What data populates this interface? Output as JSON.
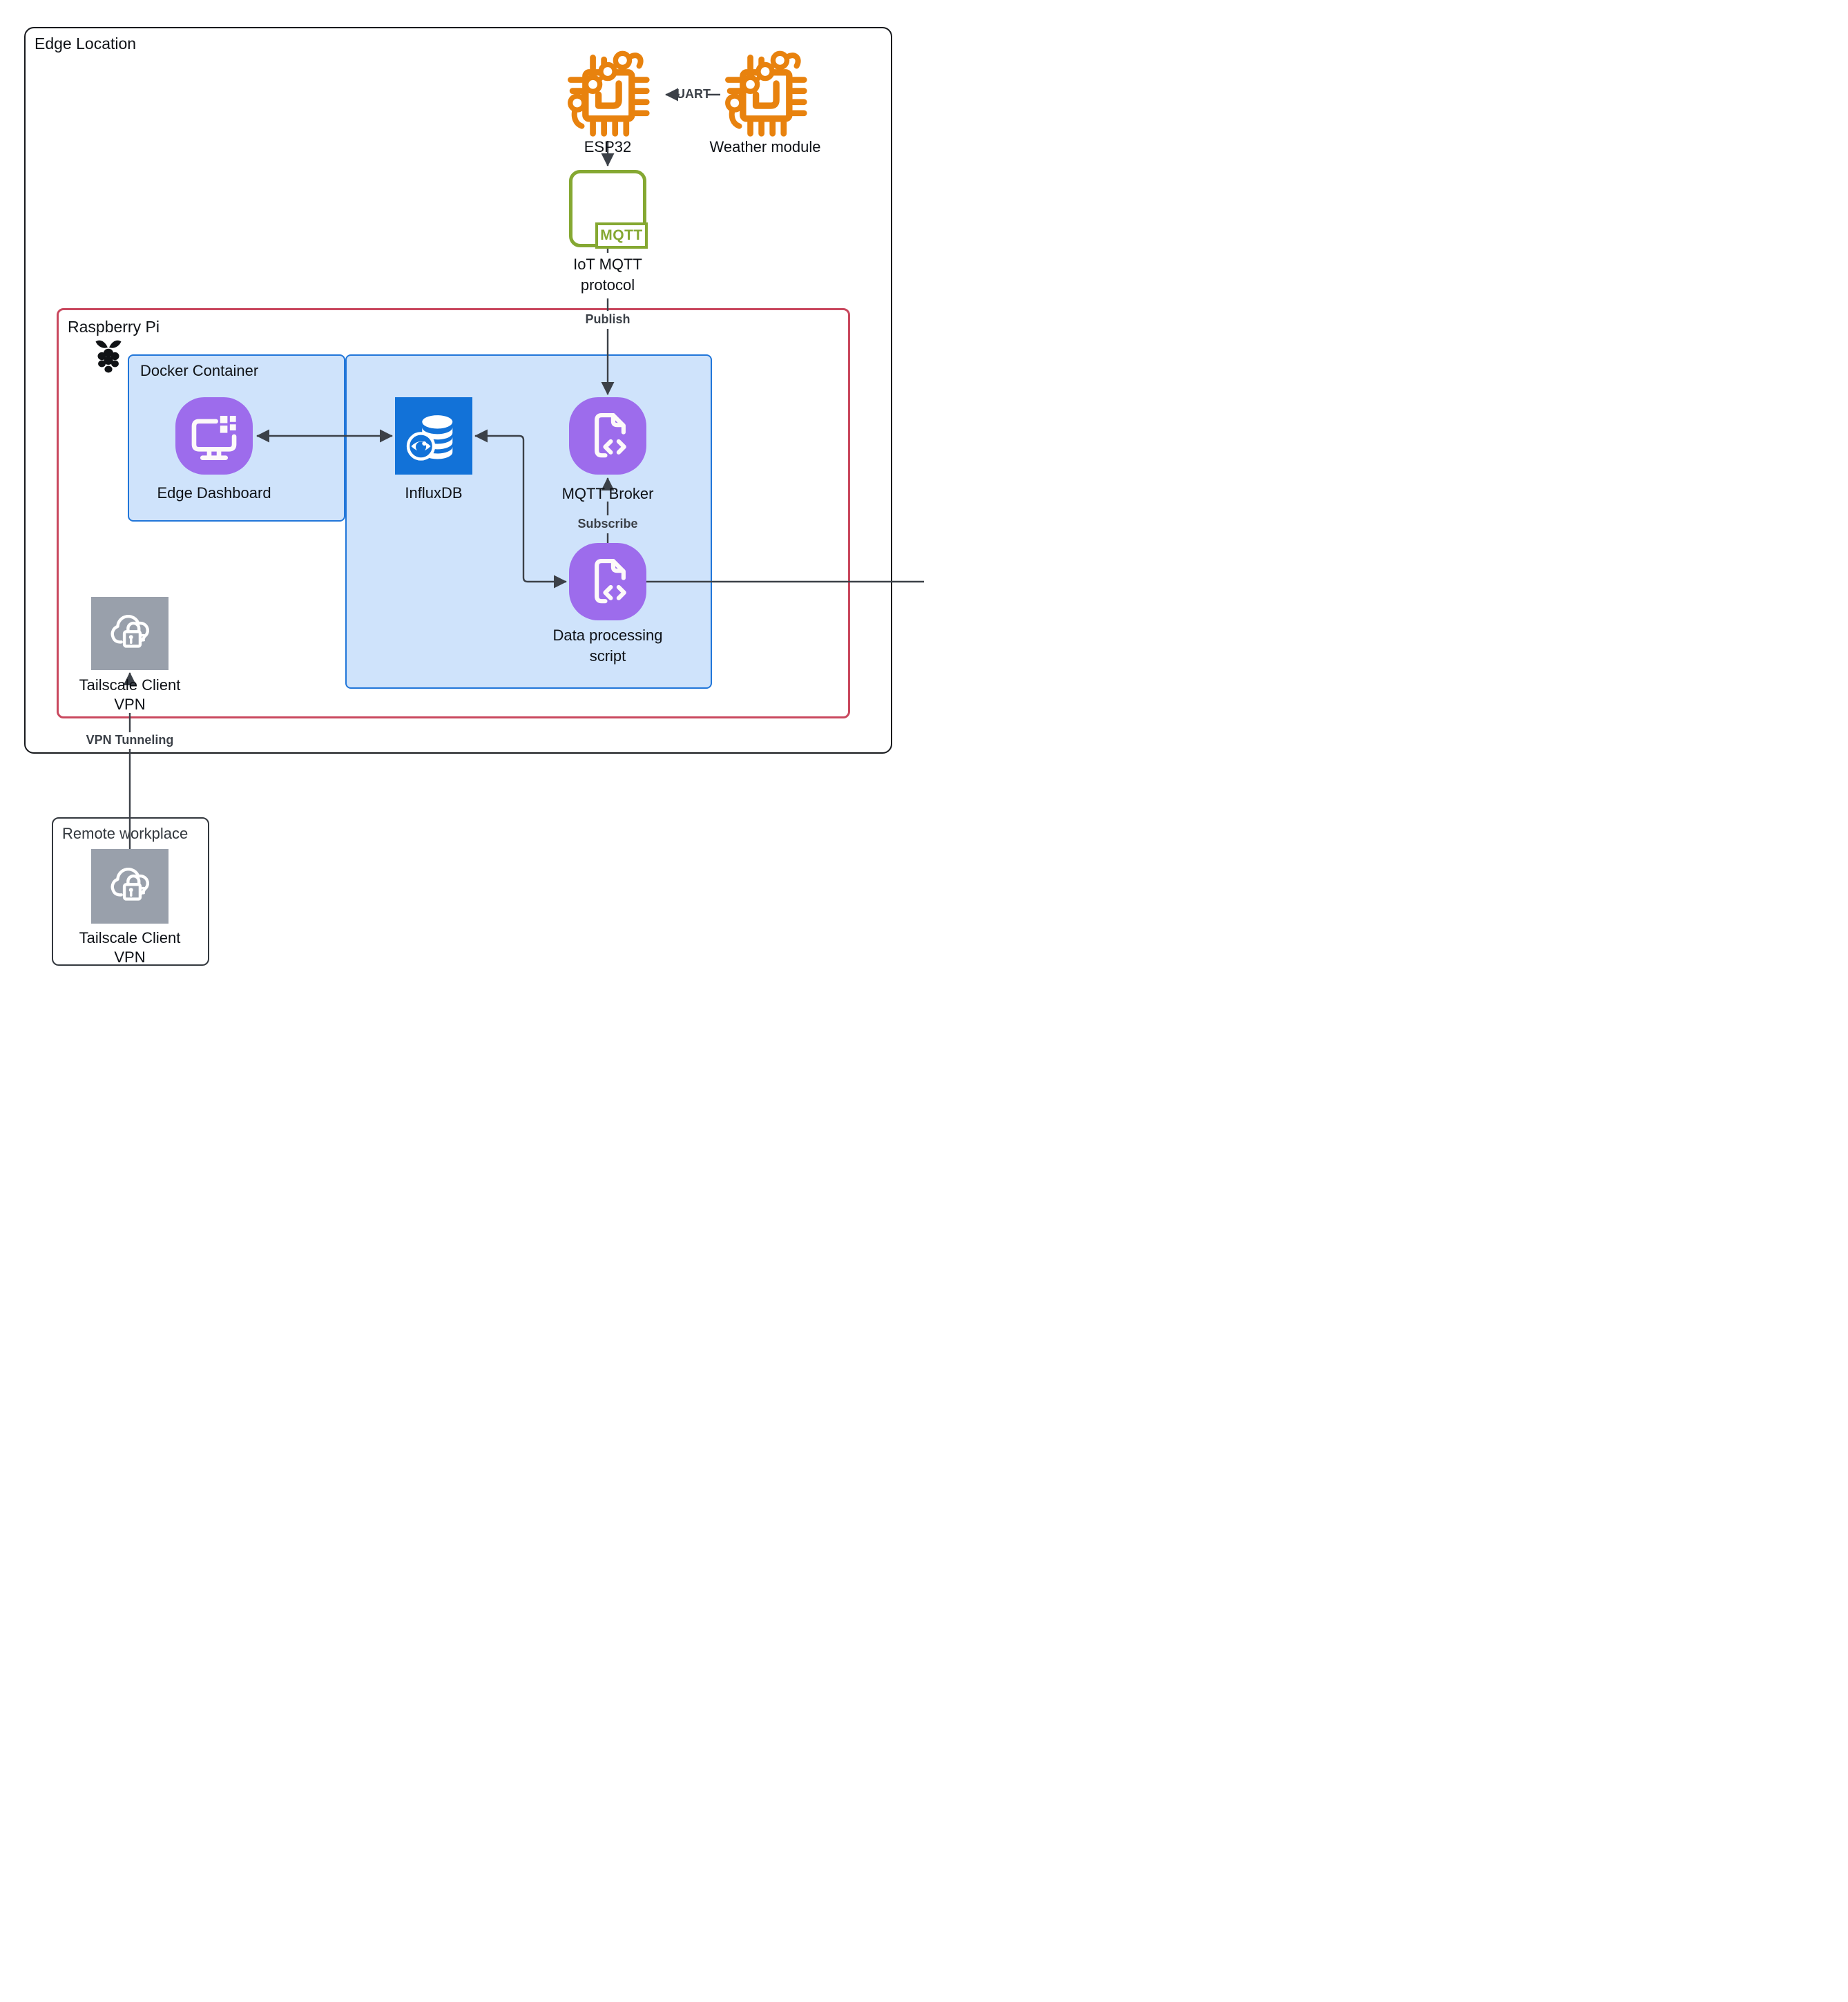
{
  "groups": {
    "edge_location": {
      "label": "Edge Location"
    },
    "raspberry_pi": {
      "label": "Raspberry Pi"
    },
    "docker_container": {
      "label": "Docker Container"
    },
    "remote_workplace": {
      "label": "Remote workplace"
    }
  },
  "nodes": {
    "esp32": {
      "label": "ESP32"
    },
    "weather_module": {
      "label": "Weather module"
    },
    "iot_mqtt_protocol": {
      "badge": "MQTT",
      "label_line1": "IoT MQTT",
      "label_line2": "protocol"
    },
    "edge_dashboard": {
      "label": "Edge Dashboard"
    },
    "influxdb": {
      "label": "InfluxDB"
    },
    "mqtt_broker": {
      "label": "MQTT Broker"
    },
    "data_processing_script": {
      "label_line1": "Data processing",
      "label_line2": "script"
    },
    "tailscale_client_edge": {
      "label_line1": "Tailscale Client",
      "label_line2": "VPN"
    },
    "tailscale_client_remote": {
      "label_line1": "Tailscale Client",
      "label_line2": "VPN"
    }
  },
  "edges": {
    "uart": {
      "label": "UART"
    },
    "publish": {
      "label": "Publish"
    },
    "subscribe": {
      "label": "Subscribe"
    },
    "vpn_tunneling": {
      "label": "VPN Tunneling"
    }
  },
  "colors": {
    "orange": "#E8820E",
    "green": "#85A832",
    "purple": "#9D6CEC",
    "blue_fill": "#CFE3FB",
    "blue_border": "#2176D9",
    "influx_blue": "#1272D8",
    "red": "#C9485E",
    "gray": "#99A0AB",
    "line": "#3C4148",
    "text": "#0E1116"
  }
}
